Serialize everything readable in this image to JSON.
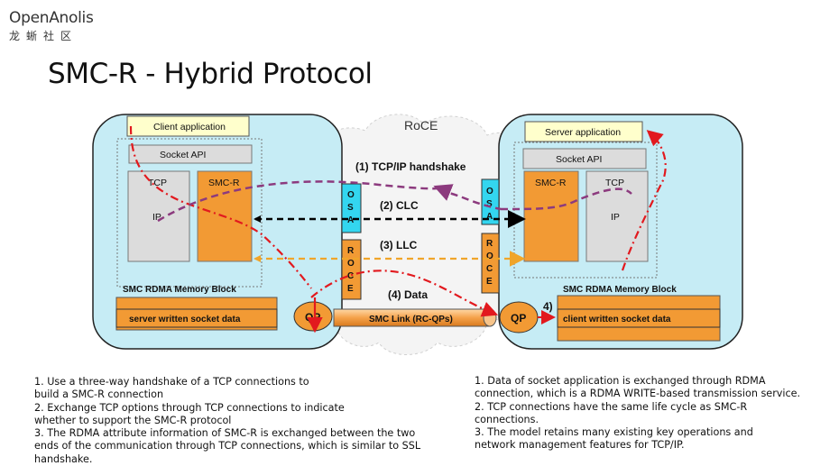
{
  "brand": {
    "name": "OpenAnolis",
    "subtitle": "龙蜥社区"
  },
  "slide": {
    "title": "SMC-R - Hybrid Protocol"
  },
  "diagram": {
    "cloud_label": "RoCE",
    "client": {
      "application": "Client application",
      "socket_api": "Socket API",
      "tcp": "TCP",
      "ip": "IP",
      "smcr": "SMC-R",
      "memory_block": "SMC RDMA Memory Block",
      "socket_data": "server written socket data",
      "qp": "QP"
    },
    "server": {
      "application": "Server application",
      "socket_api": "Socket API",
      "tcp": "TCP",
      "ip": "IP",
      "smcr": "SMC-R",
      "memory_block": "SMC RDMA Memory Block",
      "socket_data": "client written socket data",
      "qp": "QP"
    },
    "osa_letters": [
      "O",
      "S",
      "A"
    ],
    "roce_letters": [
      "R",
      "O",
      "C",
      "E"
    ],
    "link_label": "SMC Link (RC-QPs)",
    "steps": [
      "(1) TCP/IP  handshake",
      "(2) CLC",
      "(3) LLC",
      "(4) Data",
      "4)"
    ],
    "colors": {
      "host_fill": "#c6ecf5",
      "app_fill": "#ffffcc",
      "smcr_fill": "#f29a34",
      "tcp_fill": "#dcdcdc",
      "osa_fill": "#33d6f0",
      "flow_red": "#e2191e",
      "flow_purple": "#8c3a7e",
      "flow_black": "#000000",
      "flow_orange": "#f0a52a"
    }
  },
  "notes_left": [
    "1. Use a three-way handshake of a TCP connections to",
    "build a SMC-R connection",
    "2. Exchange TCP options through TCP connections to indicate",
    "whether to support the SMC-R protocol",
    "3. The  RDMA attribute information of SMC-R is exchanged between the two",
    "ends of the communication through TCP connections, which is similar to SSL",
    "handshake."
  ],
  "notes_right": [
    "1. Data of socket application is exchanged through RDMA",
    "connection, which is a RDMA WRITE-based transmission service.",
    "2. TCP connections have the same life cycle as SMC-R",
    "connections.",
    "3. The model retains many existing key operations and",
    "network management features for TCP/IP."
  ]
}
